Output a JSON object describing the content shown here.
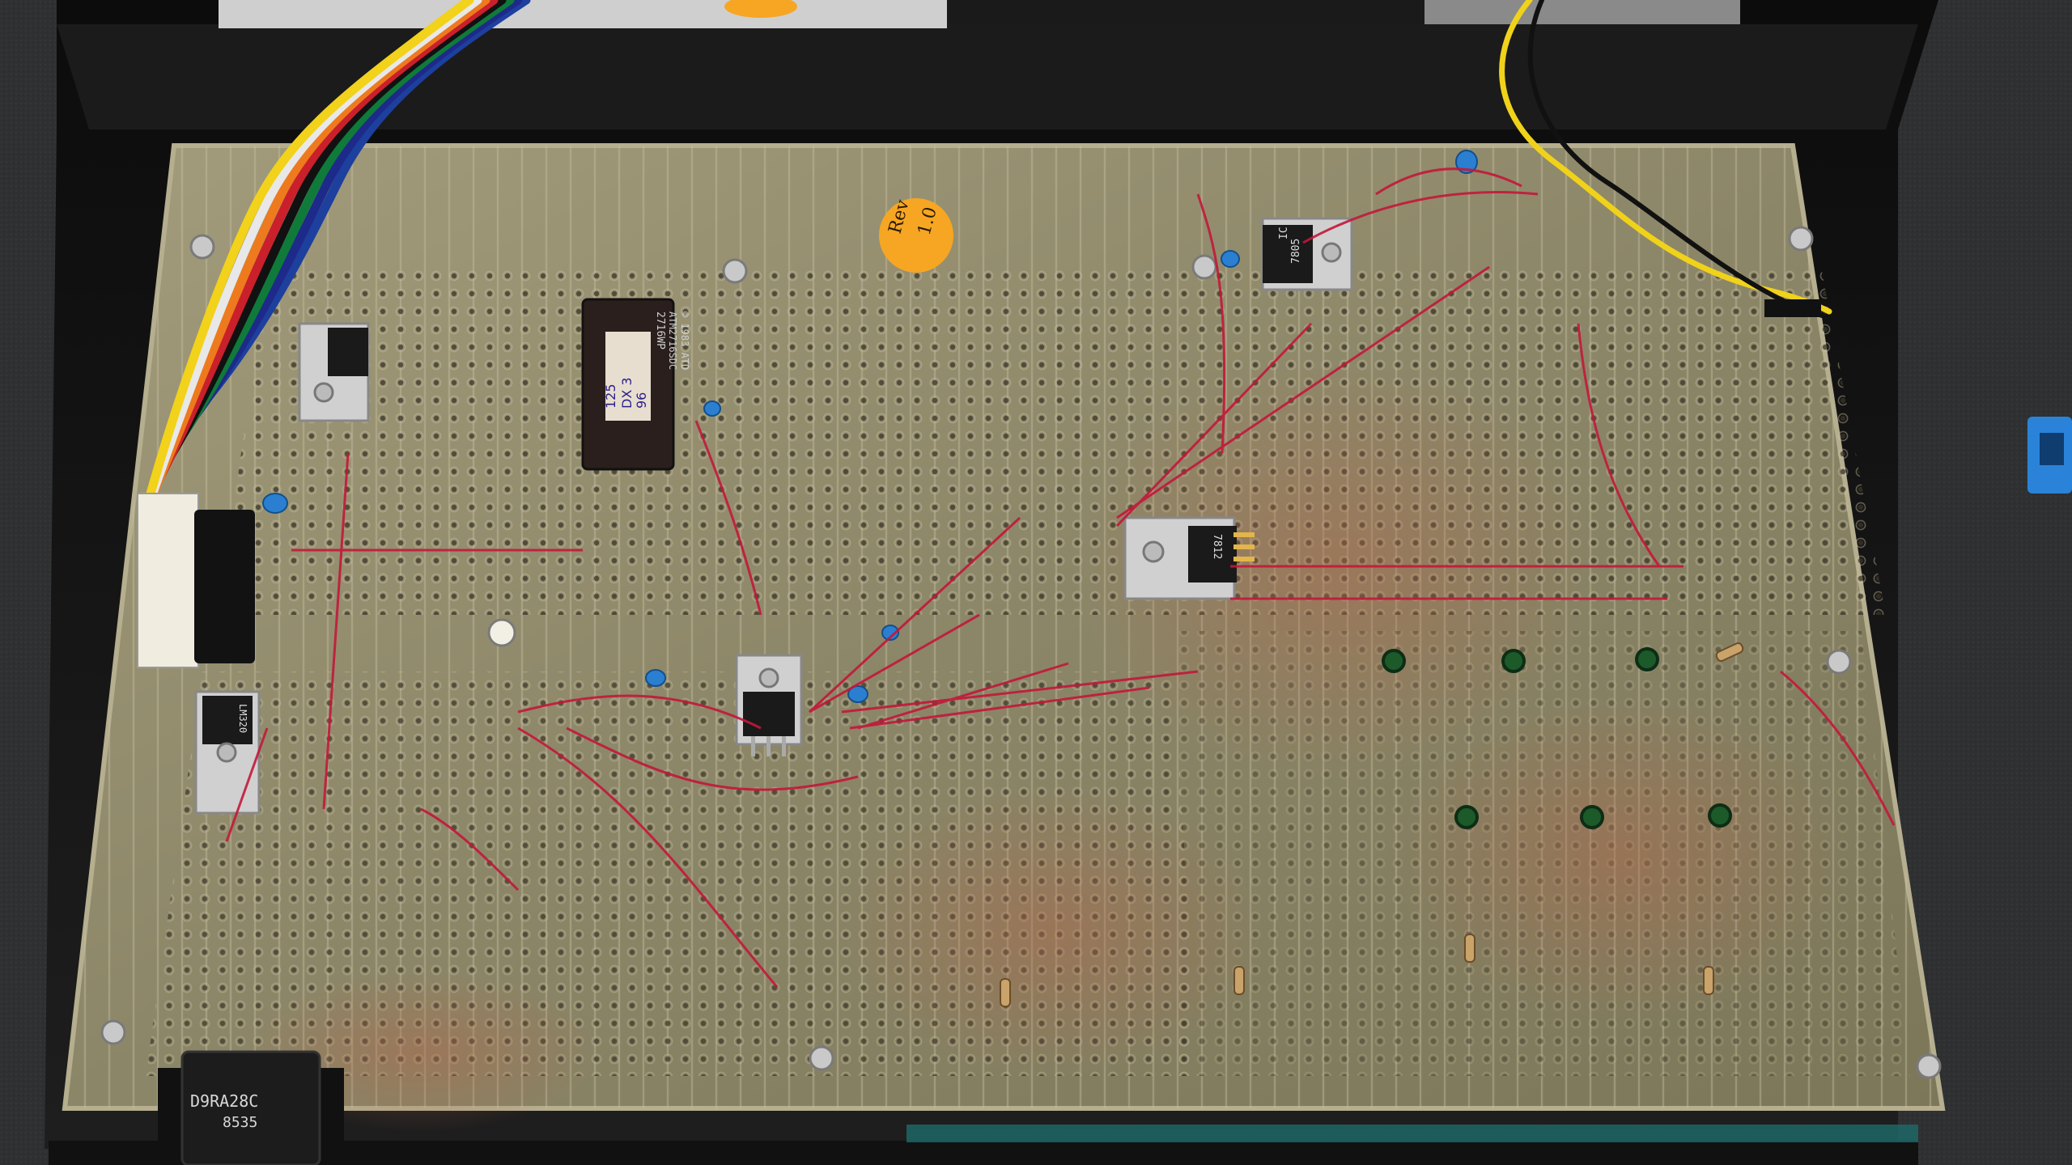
{
  "photo": {
    "colors": {
      "mat": "#2f3032",
      "chassis": "#141414",
      "board": "#8a8466",
      "board_edge": "#a59f80",
      "trace": "#c9c2a6",
      "wire_red": "#c2183a",
      "sticker": "#f6a623",
      "ic_body": "#2a1f1d"
    },
    "sticker": {
      "line1": "Rev",
      "line2": "1.0"
    },
    "eprom": {
      "line1": "2716WP",
      "line2": "ATM2716SDC",
      "line3": "© 1983 ATD",
      "hand_label_1": "125",
      "hand_label_2": "DX 3",
      "hand_label_3": "96"
    },
    "regulator_top": {
      "line1": "IC",
      "line2": "7805"
    },
    "regulator_mid": {
      "line1": "7812"
    },
    "regulator_left": {
      "line1": "LM320"
    },
    "connector": {
      "line1": "D9RA28C",
      "line2": "8535"
    },
    "connector_icon": "d-sub-connector"
  }
}
